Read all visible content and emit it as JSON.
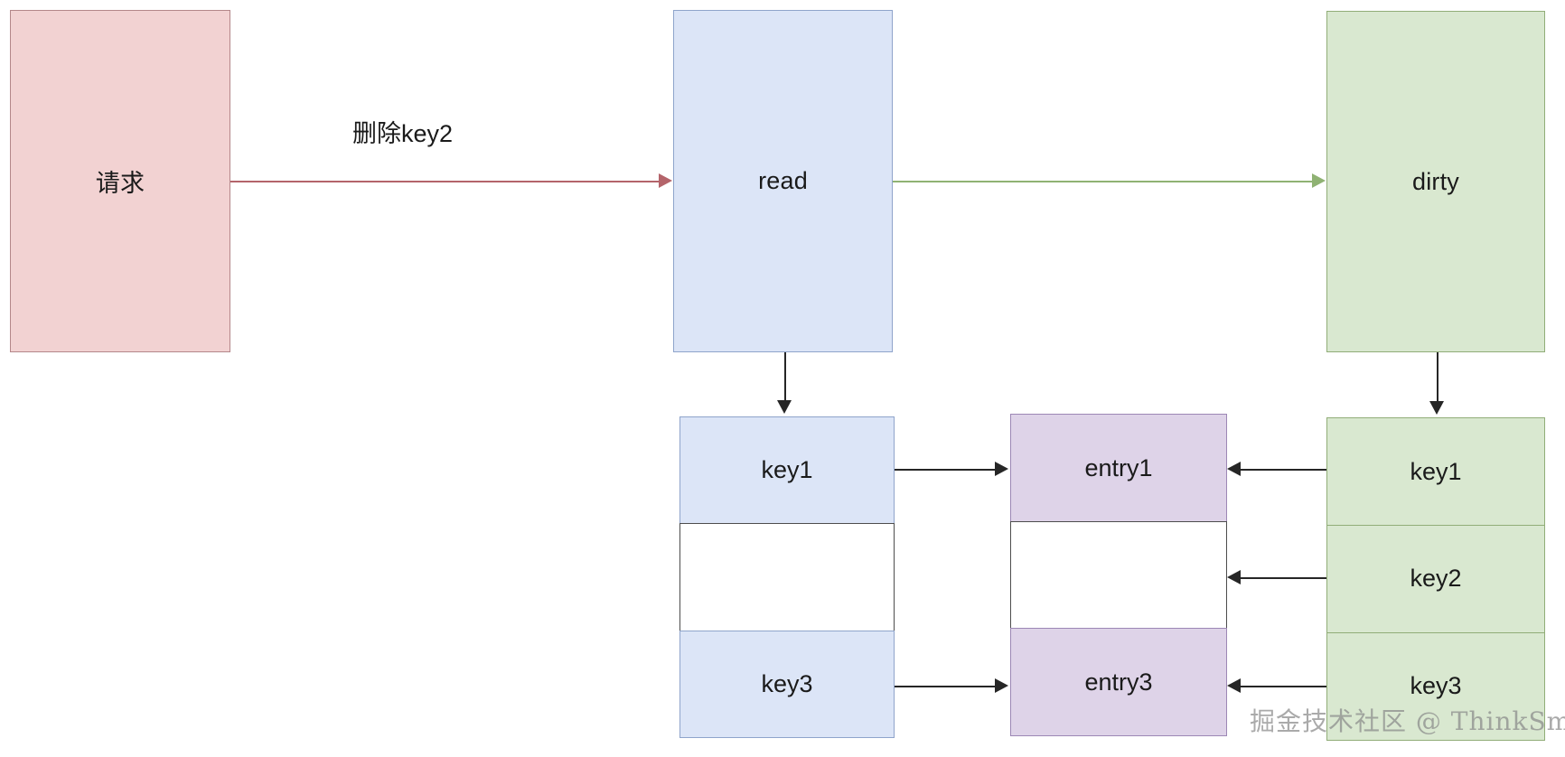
{
  "diagram": {
    "title_nodes": {
      "request": "请求",
      "read": "read",
      "dirty": "dirty"
    },
    "edges": {
      "request_to_read_label": "删除key2",
      "read_to_dirty_label": "",
      "read_to_table_label": "",
      "dirty_to_table_label": ""
    },
    "read_table": {
      "rows": [
        {
          "label": "key1",
          "state": "filled"
        },
        {
          "label": "",
          "state": "empty"
        },
        {
          "label": "key3",
          "state": "filled"
        }
      ]
    },
    "entry_table": {
      "rows": [
        {
          "label": "entry1",
          "state": "filled"
        },
        {
          "label": "",
          "state": "empty"
        },
        {
          "label": "entry3",
          "state": "filled"
        }
      ]
    },
    "dirty_table": {
      "rows": [
        {
          "label": "key1",
          "state": "filled"
        },
        {
          "label": "key2",
          "state": "filled"
        },
        {
          "label": "key3",
          "state": "filled"
        }
      ]
    },
    "watermark": "掘金技术社区 @ ThinkSmart",
    "colors": {
      "request_fill": "#f2d2d2",
      "request_stroke": "#b4878a",
      "read_fill": "#dce5f7",
      "read_stroke": "#8fa4cb",
      "dirty_fill": "#d9e8d0",
      "dirty_stroke": "#91ad78",
      "entry_fill": "#ded3e8",
      "entry_stroke": "#9c87b5",
      "empty_fill": "#ffffff",
      "empty_stroke": "#4d4d4d",
      "arrow_red": "#b4646a",
      "arrow_green": "#8fb273",
      "arrow_black": "#262626",
      "background": "#ffffff"
    }
  }
}
